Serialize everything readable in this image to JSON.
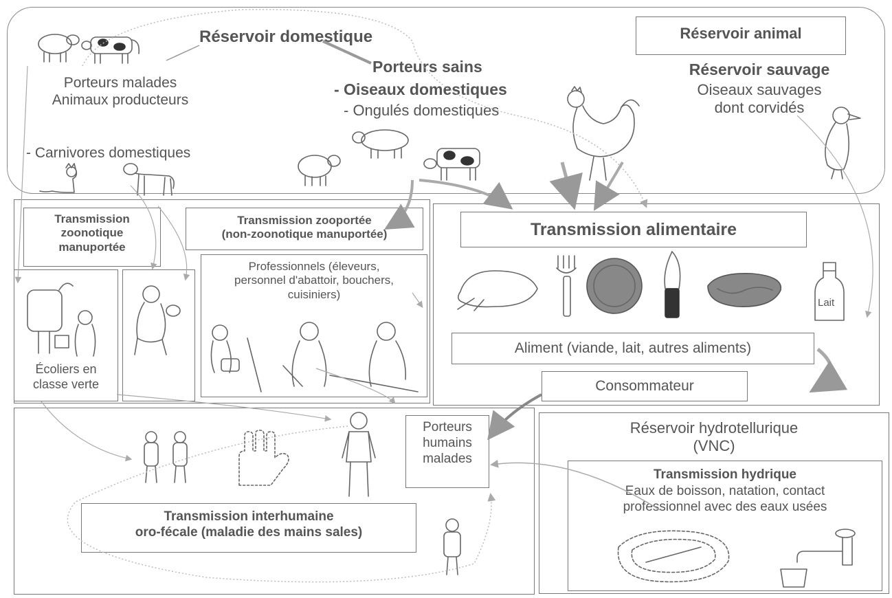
{
  "reservoir_domestique": {
    "title": "Réservoir domestique",
    "porteurs_malades": "Porteurs malades\nAnimaux producteurs",
    "carnivores": "- Carnivores domestiques",
    "porteurs_sains": "Porteurs sains",
    "oiseaux_domestiques": "- Oiseaux domestiques",
    "ongules_domestiques": "- Ongulés domestiques"
  },
  "reservoir_animal": {
    "title": "Réservoir animal",
    "sauvage_title": "Réservoir sauvage",
    "sauvage_text": "Oiseaux sauvages\ndont corvidés"
  },
  "transmission_zoonotique": {
    "title": "Transmission\nzoonotique\nmanuportée",
    "ecoliers": "Écoliers en\nclasse verte"
  },
  "transmission_zooportee": {
    "title": "Transmission zooportée\n(non-zoonotique manuportée)",
    "professionnels": "Professionnels (éleveurs,\npersonnel d'abattoir, bouchers,\ncuisiniers)"
  },
  "transmission_alimentaire": {
    "title": "Transmission alimentaire",
    "lait_label": "Lait",
    "aliment": "Aliment (viande, lait, autres aliments)",
    "consommateur": "Consommateur"
  },
  "porteurs_humains": {
    "label": "Porteurs\nhumains\nmalades"
  },
  "transmission_interhumaine": {
    "title": "Transmission interhumaine\noro-fécale (maladie des mains sales)"
  },
  "reservoir_hydrotellurique": {
    "title": "Réservoir hydrotellurique\n(VNC)",
    "hydrique_title": "Transmission hydrique",
    "hydrique_text": "Eaux de boisson, natation, contact\nprofessionnel avec des eaux usées"
  }
}
